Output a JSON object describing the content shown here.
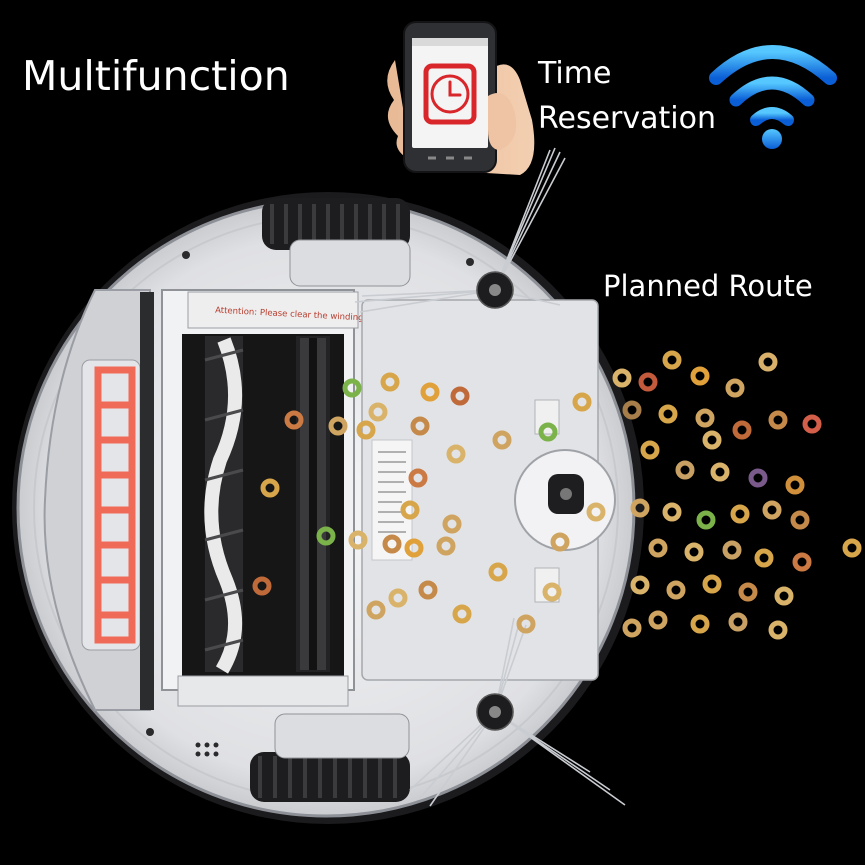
{
  "captions": {
    "title": "Multifunction",
    "time_line1": "Time",
    "time_line2": "Reservation",
    "route": "Planned Route"
  },
  "sticker_text": "Attention: Please clear the winding in time",
  "icons": {
    "phone": "smartphone-in-hand",
    "clock": "clock-icon",
    "wifi": "wifi-icon"
  },
  "colors": {
    "background": "#000000",
    "caption": "#ffffff",
    "clock_red": "#d8262a",
    "wifi_blue": "#1e90ff",
    "robot_shell": "#e9eaec",
    "filter_orange": "#f06a58"
  }
}
